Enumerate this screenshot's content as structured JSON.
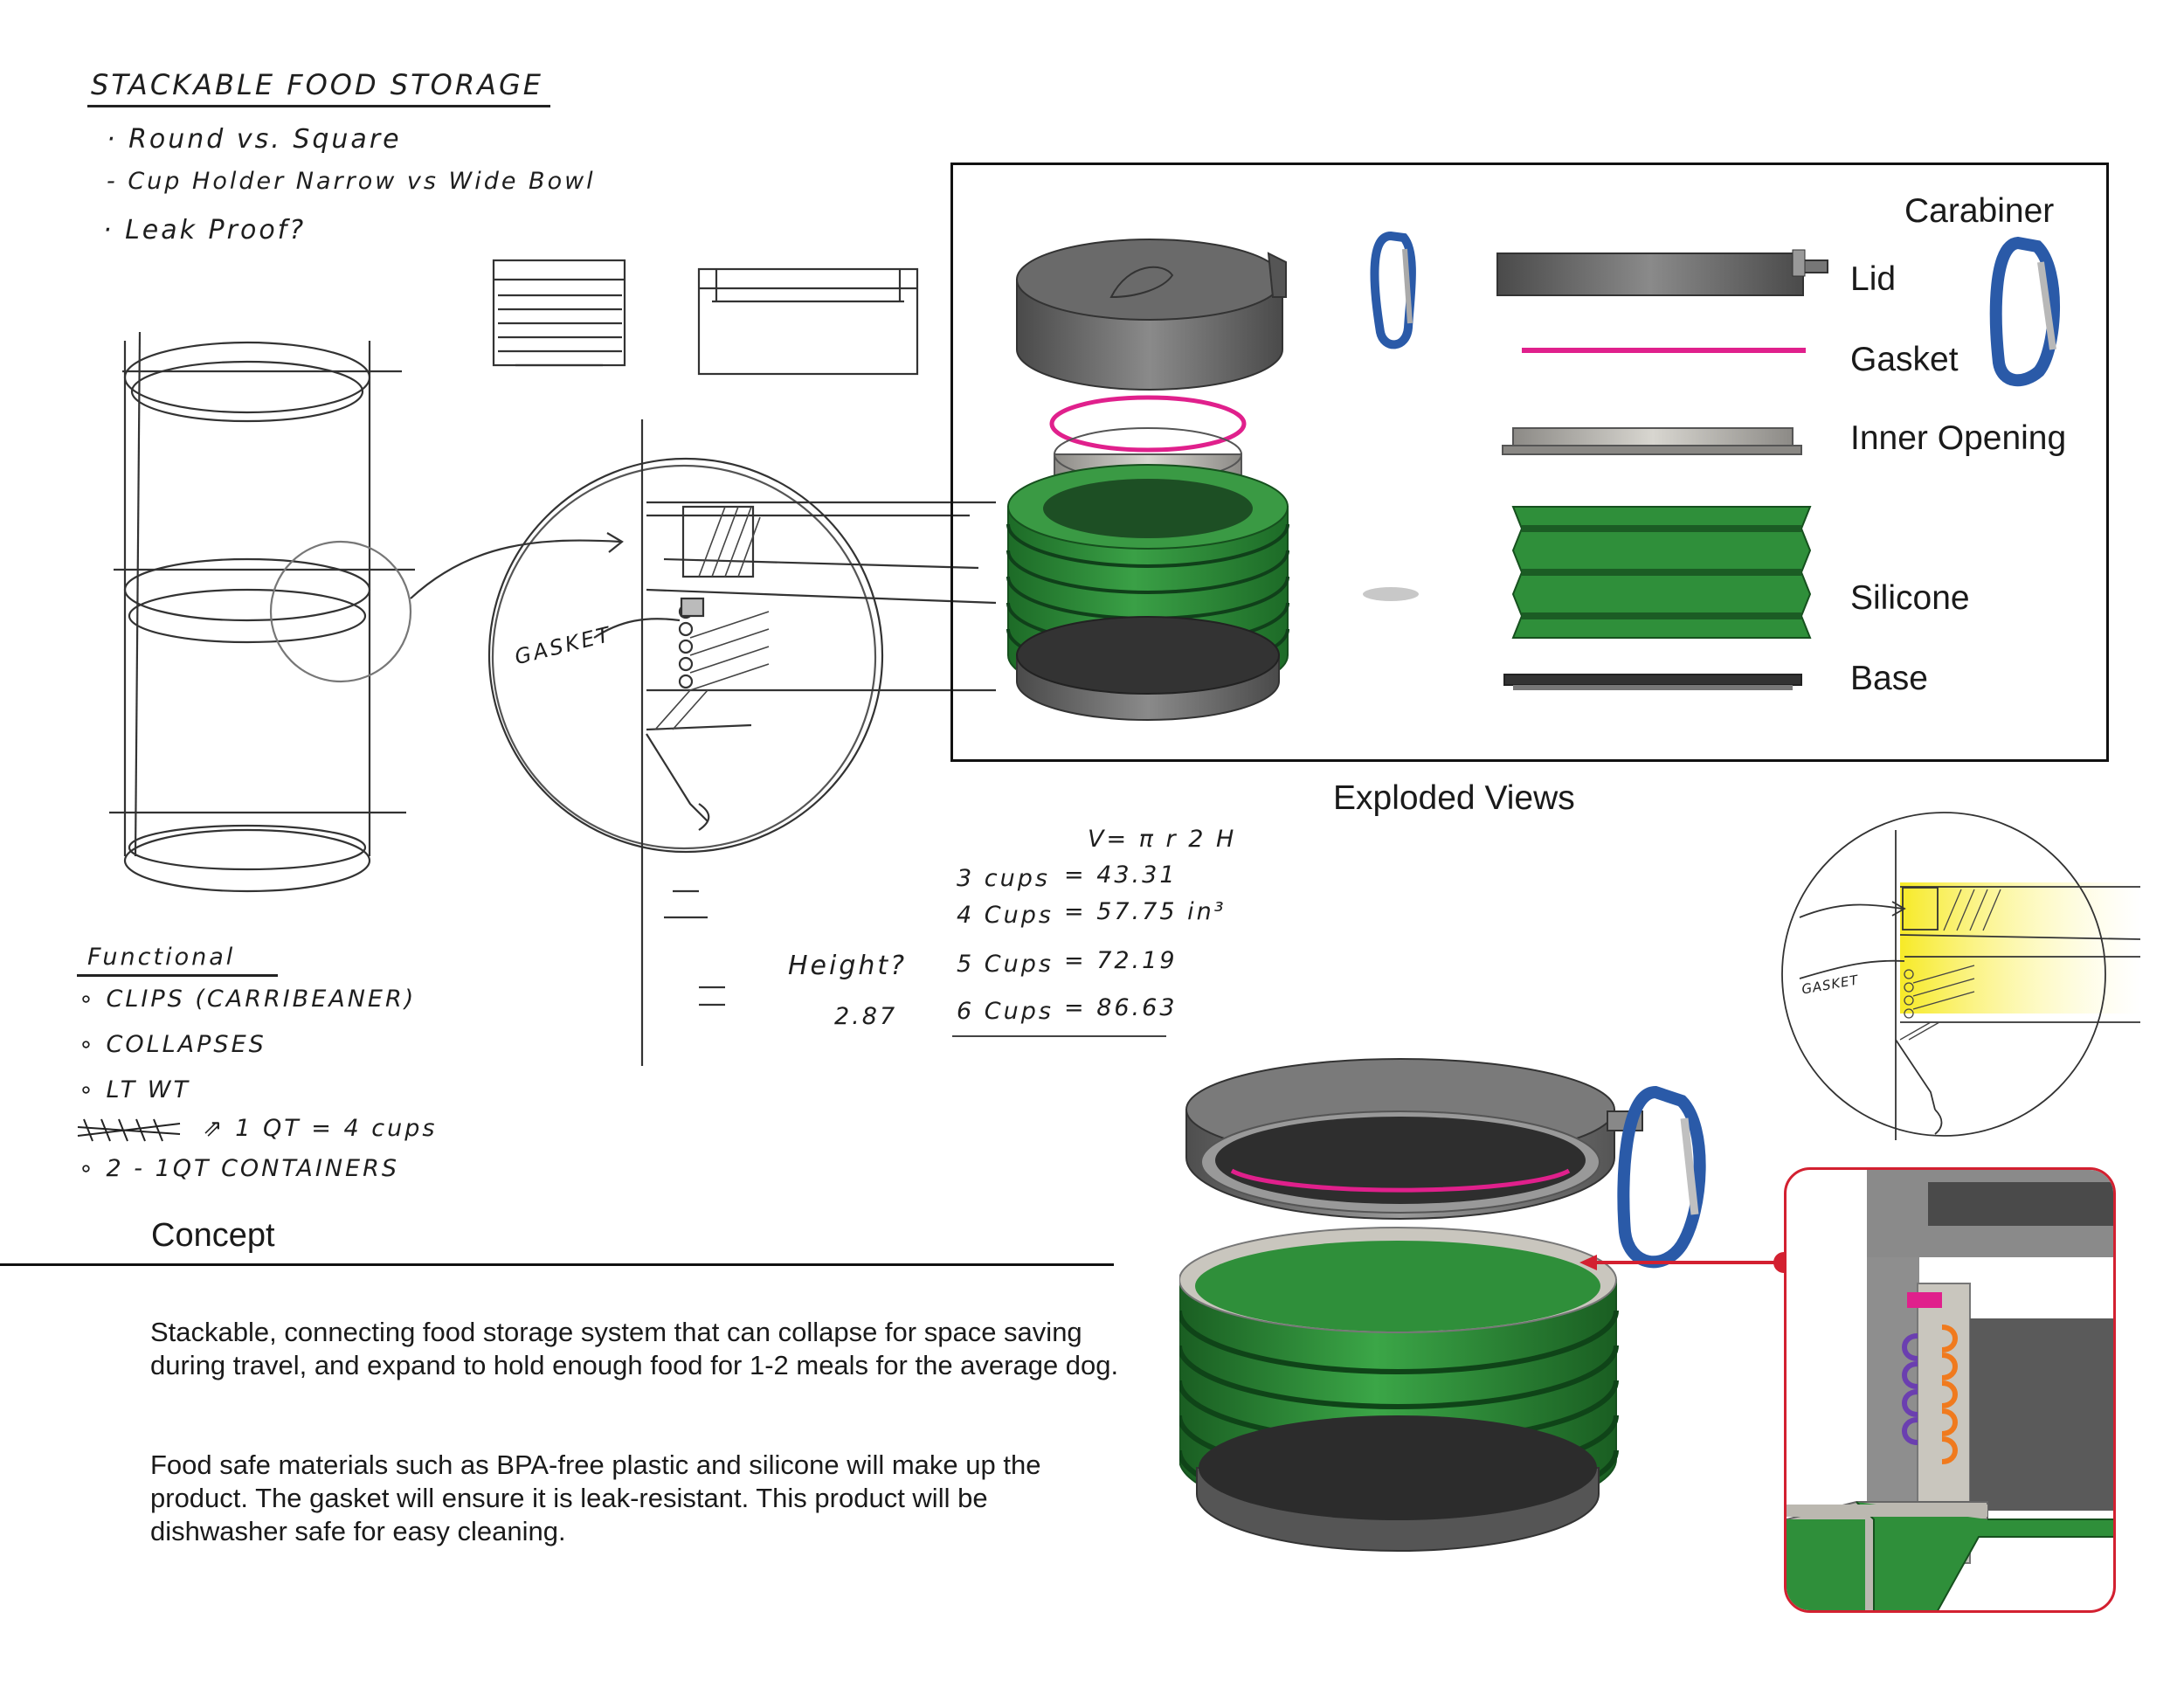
{
  "sketch_notes": {
    "title": "STACKABLE FOOD STORAGE",
    "bullets": [
      "· Round vs. Square",
      "- Cup Holder Narrow vs Wide Bowl",
      "· Leak Proof?"
    ],
    "gasket_label": "GASKET",
    "gasket_label_small": "GASKET"
  },
  "functional": {
    "heading": "Functional",
    "items": [
      "∘ CLIPS (CARRIBEANER)",
      "∘ COLLAPSES",
      "∘ LT WT",
      "⇗ 1 QT = 4 cups",
      "∘ 2 - 1QT CONTAINERS"
    ]
  },
  "calculations": {
    "formula": "V= π r 2 H",
    "rows": [
      {
        "label": "3 cups",
        "value": "= 43.31"
      },
      {
        "label": "4 Cups",
        "value": "= 57.75 in³"
      },
      {
        "label": "5 Cups",
        "value": "= 72.19"
      },
      {
        "label": "6 Cups",
        "value": "= 86.63"
      }
    ],
    "height_label": "Height?",
    "height_value": "2.87"
  },
  "exploded": {
    "caption": "Exploded Views",
    "parts": [
      "Carabiner",
      "Lid",
      "Gasket",
      "Inner Opening",
      "Silicone",
      "Base"
    ]
  },
  "concept": {
    "title": "Concept",
    "paragraph1": "Stackable, connecting food storage system that can collapse for space saving during travel, and expand to hold enough food for 1-2 meals for the average dog.",
    "paragraph2": "Food safe materials such as BPA-free plastic and silicone will make up the product. The gasket will ensure it is leak-resistant. This product will be dishwasher safe for easy cleaning."
  },
  "colors": {
    "silicone_green": "#2f8f3a",
    "gasket_magenta": "#e0208c",
    "carabiner_blue": "#2a5aa8",
    "callout_red": "#d32030",
    "highlight_yellow": "#f5e600",
    "lid_gray": "#6e6e6e"
  }
}
